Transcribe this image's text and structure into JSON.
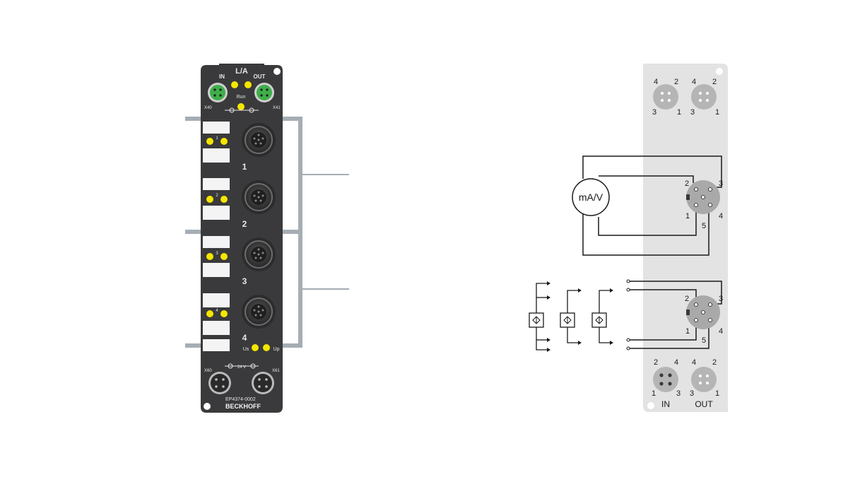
{
  "module": {
    "top_label": "L/A",
    "in_label": "IN",
    "out_label": "OUT",
    "run_label": "Run",
    "x40": "X40",
    "x41": "X41",
    "x60": "X60",
    "x61": "X61",
    "supply_label": "24 V",
    "us_label": "Us",
    "up_label": "Up",
    "order_number": "EP4374-0002",
    "brand": "BECKHOFF",
    "channels": [
      {
        "num": "1",
        "led_num": "1"
      },
      {
        "num": "2",
        "led_num": "2"
      },
      {
        "num": "3",
        "led_num": "3"
      },
      {
        "num": "4",
        "led_num": "4"
      }
    ]
  },
  "wiring": {
    "top_in_pins": [
      "4",
      "2",
      "3",
      "1"
    ],
    "top_out_pins": [
      "4",
      "2",
      "3",
      "1"
    ],
    "analog_meter_label": "mA/V",
    "m12_top_pins": {
      "p1": "1",
      "p2": "2",
      "p3": "3",
      "p4": "4",
      "p5": "5"
    },
    "m12_bottom_pins": {
      "p1": "1",
      "p2": "2",
      "p3": "3",
      "p4": "4",
      "p5": "5"
    },
    "bottom_in_pins": [
      "2",
      "4",
      "1",
      "3"
    ],
    "bottom_out_pins": [
      "4",
      "2",
      "3",
      "1"
    ],
    "in_label": "IN",
    "out_label": "OUT"
  },
  "colors": {
    "housing": "#3a3a3c",
    "led_yellow": "#f5e600",
    "ethercat_green": "#3fae49",
    "panel_gray": "#e3e3e3",
    "bracket_gray": "#a6adb4",
    "wire": "#1a1a1a"
  }
}
